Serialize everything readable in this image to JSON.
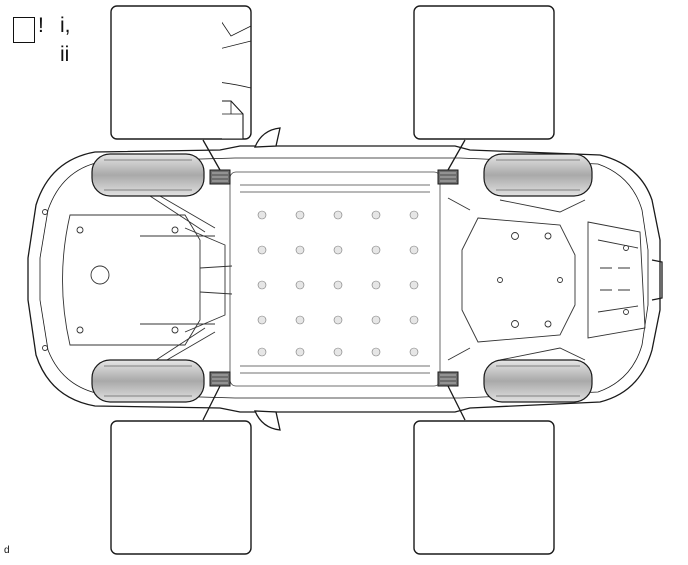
{
  "legend": {
    "symbol": "!",
    "lines": [
      "i,",
      "ii"
    ]
  },
  "figure_code": "d",
  "callouts": [
    {
      "id": "front-left",
      "label": ""
    },
    {
      "id": "rear-left",
      "label": ""
    },
    {
      "id": "front-right",
      "label": ""
    },
    {
      "id": "rear-right",
      "label": ""
    }
  ],
  "colors": {
    "line": "#1a1a1a",
    "fill": "#ffffff",
    "shade": "#d9d9d9",
    "tire": "#bdbdbd",
    "pad": "#6e6e6e"
  }
}
